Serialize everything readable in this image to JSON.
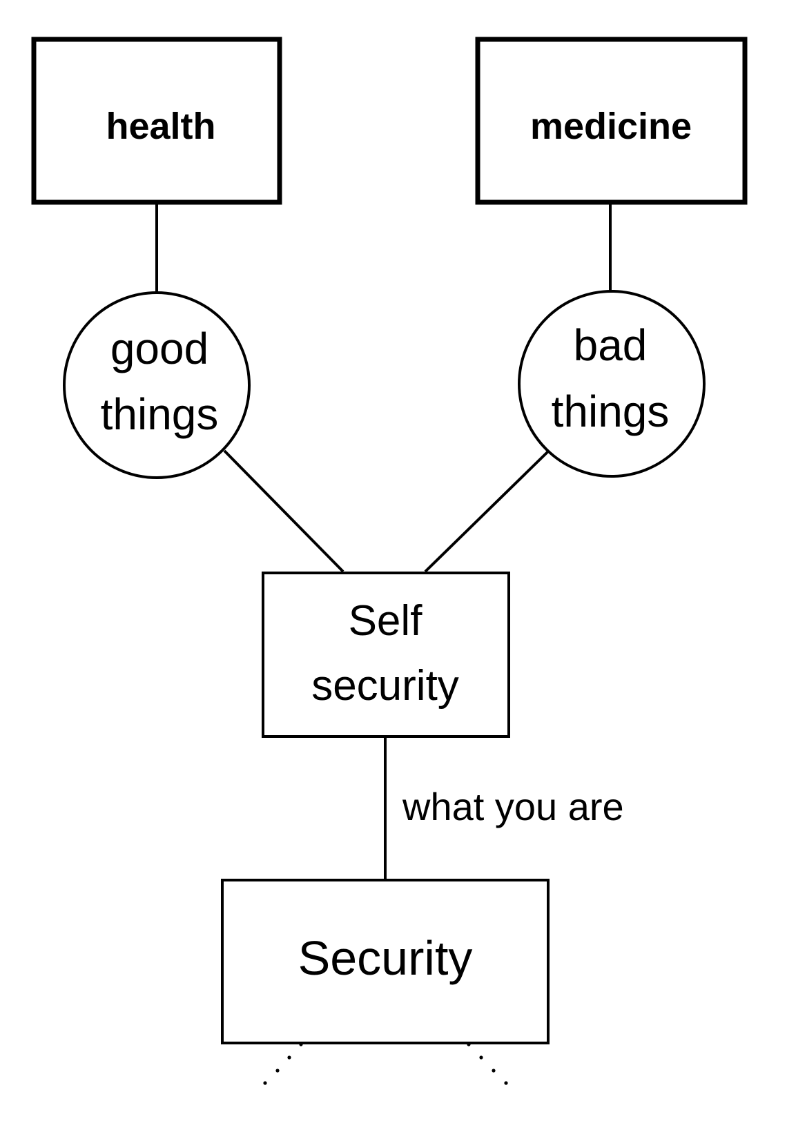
{
  "nodes": {
    "health": {
      "label": "health"
    },
    "medicine": {
      "label": "medicine"
    },
    "good_things": {
      "line1": "good",
      "line2": "things"
    },
    "bad_things": {
      "line1": "bad",
      "line2": "things"
    },
    "self_security": {
      "line1": "Self",
      "line2": "security"
    },
    "security": {
      "label": "Security"
    }
  },
  "edges": {
    "self_to_security": {
      "label": "what you are"
    }
  }
}
